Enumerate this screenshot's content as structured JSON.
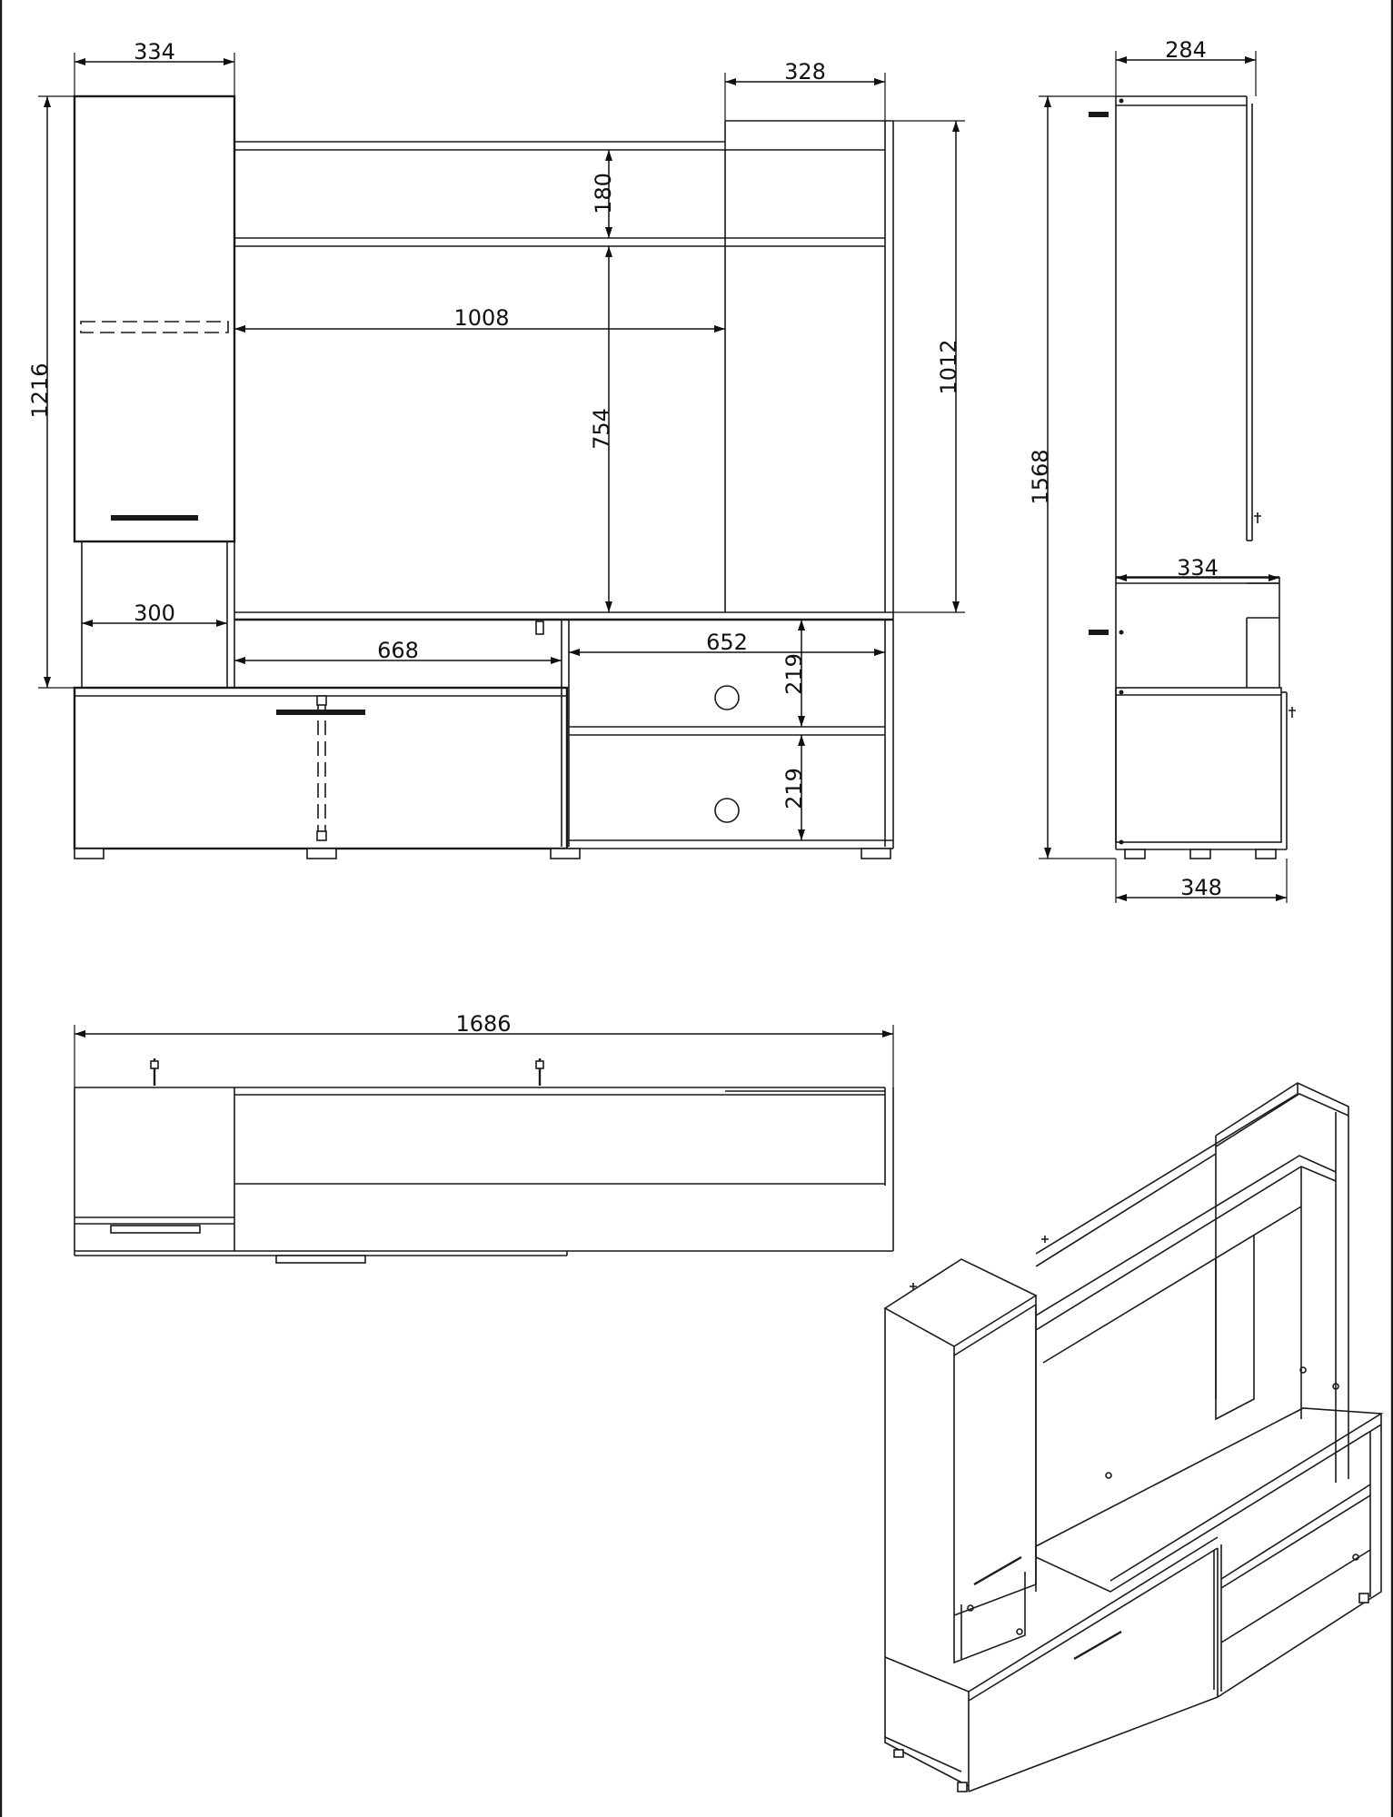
{
  "colors": {
    "line": "#1a1a1a",
    "background": "#ffffff"
  },
  "dimensions": {
    "front": {
      "left_cabinet_width": "334",
      "right_tower_width": "328",
      "top_shelf_gap": "180",
      "tv_opening_width": "1008",
      "tv_opening_height": "754",
      "tower_height": "1012",
      "left_total_height": "1216",
      "open_niche_width": "300",
      "drawer_width": "668",
      "shelf_width": "652",
      "upper_shelf_height": "219",
      "lower_shelf_height": "219"
    },
    "side": {
      "top_depth": "284",
      "total_height": "1568",
      "mid_depth": "334",
      "base_depth": "348"
    },
    "top": {
      "total_width": "1686"
    }
  }
}
